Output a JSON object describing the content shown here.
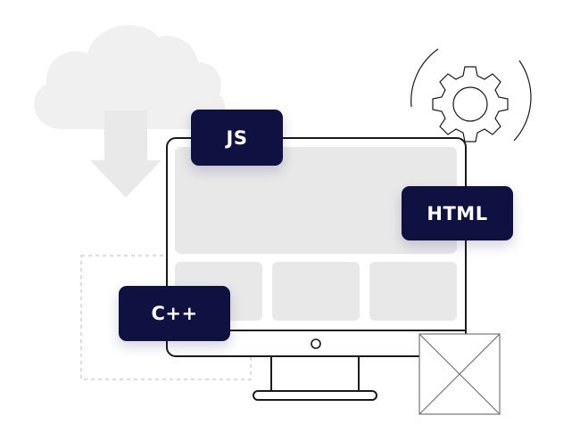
{
  "tags": {
    "js": "JS",
    "html": "HTML",
    "cpp": "C++"
  },
  "icons": {
    "cloud": "cloud-download-icon",
    "gear": "gear-icon",
    "placeholder": "image-placeholder-icon"
  },
  "colors": {
    "tag_background": "#0f1140",
    "tag_text": "#ffffff",
    "outline": "#1a1a1a",
    "panel_fill": "#e8e8e8",
    "cloud_fill": "#f0f0f0"
  }
}
